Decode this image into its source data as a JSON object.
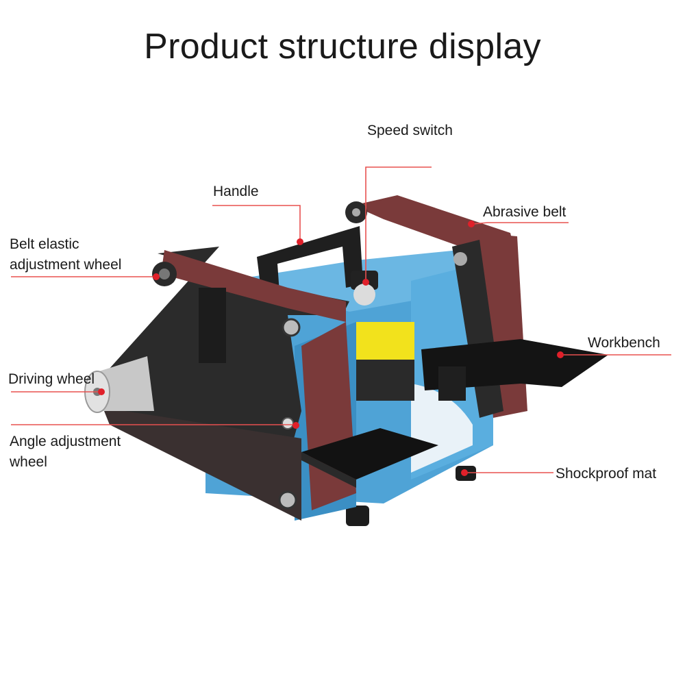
{
  "title": "Product structure display",
  "labels": {
    "speed_switch": "Speed switch",
    "handle": "Handle",
    "abrasive_belt": "Abrasive belt",
    "belt_elastic_line1": "Belt elastic",
    "belt_elastic_line2": "adjustment wheel",
    "workbench": "Workbench",
    "driving_wheel": "Driving wheel",
    "angle_line1": "Angle adjustment",
    "angle_line2": "wheel",
    "shockproof_mat": "Shockproof mat"
  },
  "colors": {
    "body_blue": "#4fa3d6",
    "body_blue_dark": "#2f7fb4",
    "belt": "#7a3a3a",
    "leader": "#e23b3b",
    "dot": "#e0202a",
    "black_part": "#1b1b1b",
    "motor_yellow": "#f2e21c"
  }
}
